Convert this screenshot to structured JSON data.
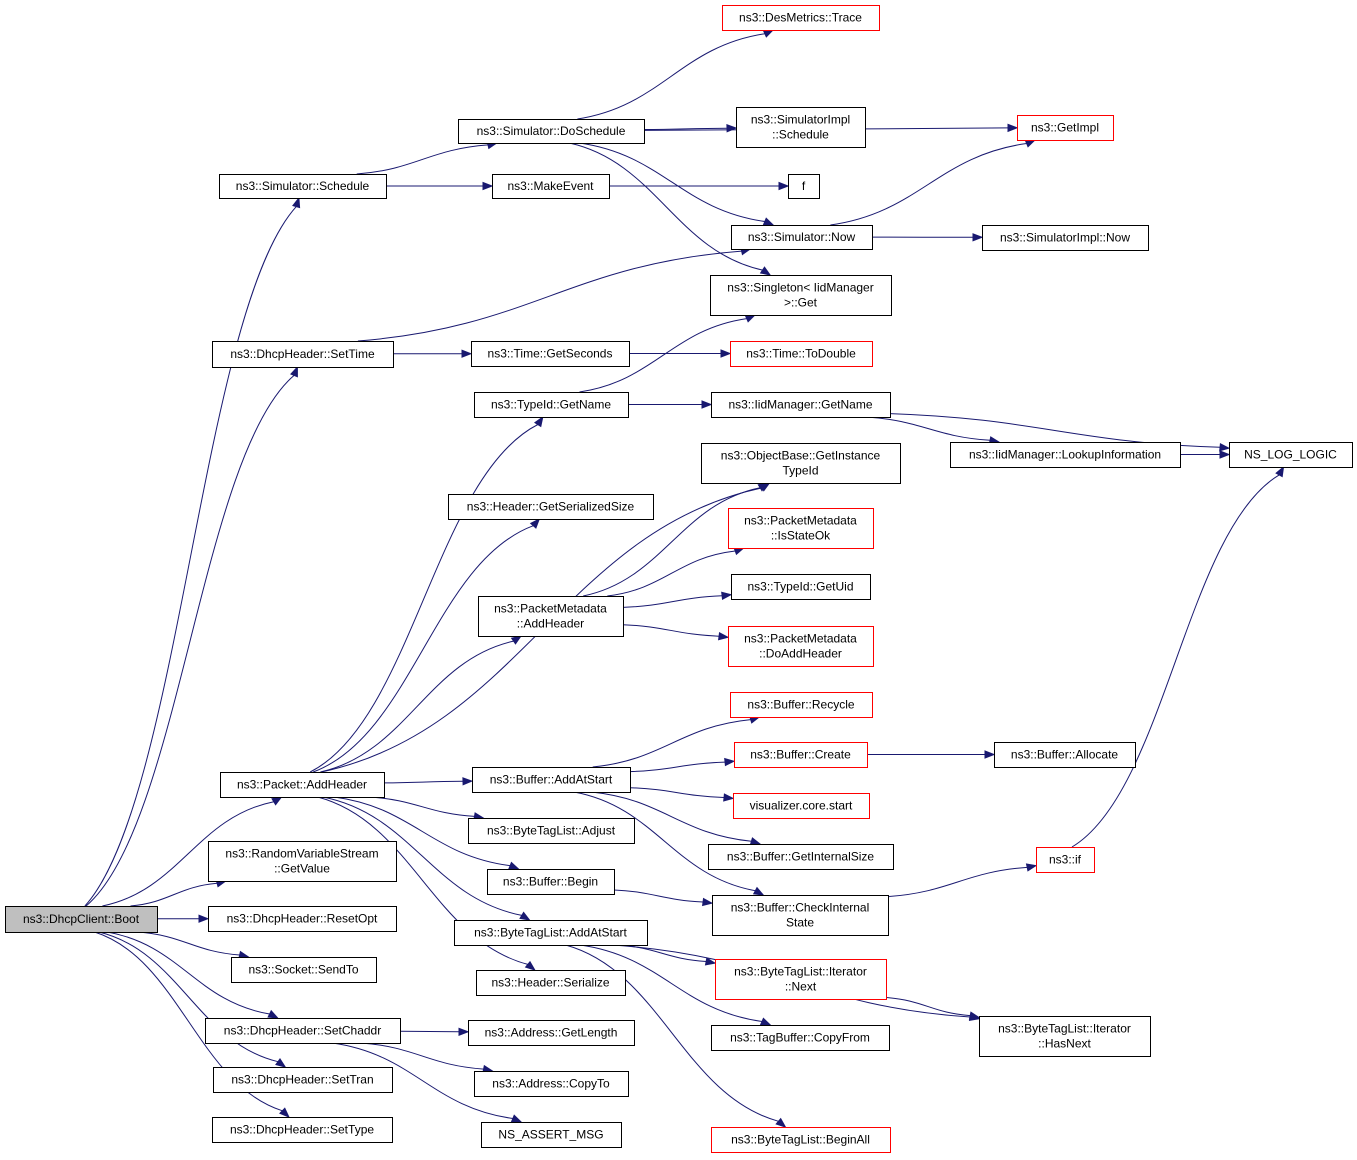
{
  "colors": {
    "edge": "#191970",
    "node_border": "#000000",
    "truncated_border": "#ff0000",
    "root_fill": "#bfbfbf",
    "background": "#ffffff"
  },
  "nodes": [
    {
      "id": "boot",
      "label": [
        "ns3::DhcpClient::Boot"
      ],
      "style": "root"
    },
    {
      "id": "sim_schedule",
      "label": [
        "ns3::Simulator::Schedule"
      ],
      "style": "normal"
    },
    {
      "id": "set_time",
      "label": [
        "ns3::DhcpHeader::SetTime"
      ],
      "style": "normal"
    },
    {
      "id": "pkt_addheader",
      "label": [
        "ns3::Packet::AddHeader"
      ],
      "style": "normal"
    },
    {
      "id": "rvs_getvalue",
      "label": [
        "ns3::RandomVariableStream",
        "::GetValue"
      ],
      "style": "normal"
    },
    {
      "id": "reset_opt",
      "label": [
        "ns3::DhcpHeader::ResetOpt"
      ],
      "style": "normal"
    },
    {
      "id": "sendto",
      "label": [
        "ns3::Socket::SendTo"
      ],
      "style": "normal"
    },
    {
      "id": "set_chaddr",
      "label": [
        "ns3::DhcpHeader::SetChaddr"
      ],
      "style": "normal"
    },
    {
      "id": "set_tran",
      "label": [
        "ns3::DhcpHeader::SetTran"
      ],
      "style": "normal"
    },
    {
      "id": "set_type",
      "label": [
        "ns3::DhcpHeader::SetType"
      ],
      "style": "normal"
    },
    {
      "id": "do_schedule",
      "label": [
        "ns3::Simulator::DoSchedule"
      ],
      "style": "normal"
    },
    {
      "id": "make_event",
      "label": [
        "ns3::MakeEvent"
      ],
      "style": "normal"
    },
    {
      "id": "time_getseconds",
      "label": [
        "ns3::Time::GetSeconds"
      ],
      "style": "normal"
    },
    {
      "id": "typeid_getname",
      "label": [
        "ns3::TypeId::GetName"
      ],
      "style": "normal"
    },
    {
      "id": "header_getsersize",
      "label": [
        "ns3::Header::GetSerializedSize"
      ],
      "style": "normal"
    },
    {
      "id": "pm_addheader",
      "label": [
        "ns3::PacketMetadata",
        "::AddHeader"
      ],
      "style": "normal"
    },
    {
      "id": "buf_addatstart",
      "label": [
        "ns3::Buffer::AddAtStart"
      ],
      "style": "normal"
    },
    {
      "id": "btl_adjust",
      "label": [
        "ns3::ByteTagList::Adjust"
      ],
      "style": "normal"
    },
    {
      "id": "buf_begin",
      "label": [
        "ns3::Buffer::Begin"
      ],
      "style": "normal"
    },
    {
      "id": "btl_addatstart",
      "label": [
        "ns3::ByteTagList::AddAtStart"
      ],
      "style": "normal"
    },
    {
      "id": "header_serialize",
      "label": [
        "ns3::Header::Serialize"
      ],
      "style": "normal"
    },
    {
      "id": "addr_getlength",
      "label": [
        "ns3::Address::GetLength"
      ],
      "style": "normal"
    },
    {
      "id": "addr_copyto",
      "label": [
        "ns3::Address::CopyTo"
      ],
      "style": "normal"
    },
    {
      "id": "ns_assert_msg",
      "label": [
        "NS_ASSERT_MSG"
      ],
      "style": "normal"
    },
    {
      "id": "desmetrics_trace",
      "label": [
        "ns3::DesMetrics::Trace"
      ],
      "style": "truncated"
    },
    {
      "id": "simimpl_schedule",
      "label": [
        "ns3::SimulatorImpl",
        "::Schedule"
      ],
      "style": "normal"
    },
    {
      "id": "f",
      "label": [
        "f"
      ],
      "style": "normal"
    },
    {
      "id": "sim_now",
      "label": [
        "ns3::Simulator::Now"
      ],
      "style": "normal"
    },
    {
      "id": "singleton_get",
      "label": [
        "ns3::Singleton< IidManager",
        ">::Get"
      ],
      "style": "normal"
    },
    {
      "id": "time_todouble",
      "label": [
        "ns3::Time::ToDouble"
      ],
      "style": "truncated"
    },
    {
      "id": "iid_getname",
      "label": [
        "ns3::IidManager::GetName"
      ],
      "style": "normal"
    },
    {
      "id": "ob_getinstancetypeid",
      "label": [
        "ns3::ObjectBase::GetInstance",
        "TypeId"
      ],
      "style": "normal"
    },
    {
      "id": "pm_isstateok",
      "label": [
        "ns3::PacketMetadata",
        "::IsStateOk"
      ],
      "style": "truncated"
    },
    {
      "id": "typeid_getuid",
      "label": [
        "ns3::TypeId::GetUid"
      ],
      "style": "normal"
    },
    {
      "id": "pm_doaddheader",
      "label": [
        "ns3::PacketMetadata",
        "::DoAddHeader"
      ],
      "style": "truncated"
    },
    {
      "id": "buf_recycle",
      "label": [
        "ns3::Buffer::Recycle"
      ],
      "style": "truncated"
    },
    {
      "id": "buf_create",
      "label": [
        "ns3::Buffer::Create"
      ],
      "style": "truncated"
    },
    {
      "id": "vis_core_start",
      "label": [
        "visualizer.core.start"
      ],
      "style": "truncated"
    },
    {
      "id": "buf_getinternalsize",
      "label": [
        "ns3::Buffer::GetInternalSize"
      ],
      "style": "normal"
    },
    {
      "id": "buf_checkinternalstate",
      "label": [
        "ns3::Buffer::CheckInternal",
        "State"
      ],
      "style": "normal"
    },
    {
      "id": "btl_iter_next",
      "label": [
        "ns3::ByteTagList::Iterator",
        "::Next"
      ],
      "style": "truncated"
    },
    {
      "id": "tagbuf_copyfrom",
      "label": [
        "ns3::TagBuffer::CopyFrom"
      ],
      "style": "normal"
    },
    {
      "id": "btl_beginall",
      "label": [
        "ns3::ByteTagList::BeginAll"
      ],
      "style": "truncated"
    },
    {
      "id": "getimpl",
      "label": [
        "ns3::GetImpl"
      ],
      "style": "truncated"
    },
    {
      "id": "simimpl_now",
      "label": [
        "ns3::SimulatorImpl::Now"
      ],
      "style": "normal"
    },
    {
      "id": "iid_lookupinfo",
      "label": [
        "ns3::IidManager::LookupInformation"
      ],
      "style": "normal"
    },
    {
      "id": "buf_allocate",
      "label": [
        "ns3::Buffer::Allocate"
      ],
      "style": "normal"
    },
    {
      "id": "ns3_if",
      "label": [
        "ns3::if"
      ],
      "style": "truncated"
    },
    {
      "id": "btl_iter_hasnext",
      "label": [
        "ns3::ByteTagList::Iterator",
        "::HasNext"
      ],
      "style": "normal"
    },
    {
      "id": "ns_log_logic",
      "label": [
        "NS_LOG_LOGIC"
      ],
      "style": "normal"
    }
  ],
  "edges": [
    [
      "boot",
      "sim_schedule"
    ],
    [
      "boot",
      "set_time"
    ],
    [
      "boot",
      "pkt_addheader"
    ],
    [
      "boot",
      "rvs_getvalue"
    ],
    [
      "boot",
      "reset_opt"
    ],
    [
      "boot",
      "sendto"
    ],
    [
      "boot",
      "set_chaddr"
    ],
    [
      "boot",
      "set_tran"
    ],
    [
      "boot",
      "set_type"
    ],
    [
      "sim_schedule",
      "do_schedule"
    ],
    [
      "sim_schedule",
      "make_event"
    ],
    [
      "do_schedule",
      "desmetrics_trace"
    ],
    [
      "do_schedule",
      "getimpl"
    ],
    [
      "do_schedule",
      "simimpl_schedule"
    ],
    [
      "do_schedule",
      "sim_now"
    ],
    [
      "do_schedule",
      "singleton_get"
    ],
    [
      "make_event",
      "f"
    ],
    [
      "sim_now",
      "getimpl"
    ],
    [
      "sim_now",
      "simimpl_now"
    ],
    [
      "set_time",
      "sim_now"
    ],
    [
      "set_time",
      "time_getseconds"
    ],
    [
      "time_getseconds",
      "time_todouble"
    ],
    [
      "pkt_addheader",
      "typeid_getname"
    ],
    [
      "pkt_addheader",
      "header_getsersize"
    ],
    [
      "pkt_addheader",
      "ob_getinstancetypeid"
    ],
    [
      "pkt_addheader",
      "pm_addheader"
    ],
    [
      "pkt_addheader",
      "buf_addatstart"
    ],
    [
      "pkt_addheader",
      "btl_adjust"
    ],
    [
      "pkt_addheader",
      "buf_begin"
    ],
    [
      "pkt_addheader",
      "btl_addatstart"
    ],
    [
      "pkt_addheader",
      "header_serialize"
    ],
    [
      "typeid_getname",
      "singleton_get"
    ],
    [
      "typeid_getname",
      "iid_getname"
    ],
    [
      "iid_getname",
      "iid_lookupinfo"
    ],
    [
      "iid_getname",
      "ns_log_logic"
    ],
    [
      "iid_lookupinfo",
      "ns_log_logic"
    ],
    [
      "pm_addheader",
      "ob_getinstancetypeid"
    ],
    [
      "pm_addheader",
      "pm_isstateok"
    ],
    [
      "pm_addheader",
      "typeid_getuid"
    ],
    [
      "pm_addheader",
      "pm_doaddheader"
    ],
    [
      "buf_addatstart",
      "buf_recycle"
    ],
    [
      "buf_addatstart",
      "buf_create"
    ],
    [
      "buf_addatstart",
      "vis_core_start"
    ],
    [
      "buf_addatstart",
      "buf_getinternalsize"
    ],
    [
      "buf_addatstart",
      "buf_checkinternalstate"
    ],
    [
      "buf_create",
      "buf_allocate"
    ],
    [
      "buf_begin",
      "buf_checkinternalstate"
    ],
    [
      "buf_checkinternalstate",
      "ns3_if"
    ],
    [
      "ns3_if",
      "ns_log_logic"
    ],
    [
      "btl_addatstart",
      "btl_iter_next"
    ],
    [
      "btl_addatstart",
      "tagbuf_copyfrom"
    ],
    [
      "btl_addatstart",
      "btl_iter_hasnext"
    ],
    [
      "btl_addatstart",
      "btl_beginall"
    ],
    [
      "btl_iter_next",
      "btl_iter_hasnext"
    ],
    [
      "set_chaddr",
      "addr_getlength"
    ],
    [
      "set_chaddr",
      "addr_copyto"
    ],
    [
      "set_chaddr",
      "ns_assert_msg"
    ]
  ]
}
